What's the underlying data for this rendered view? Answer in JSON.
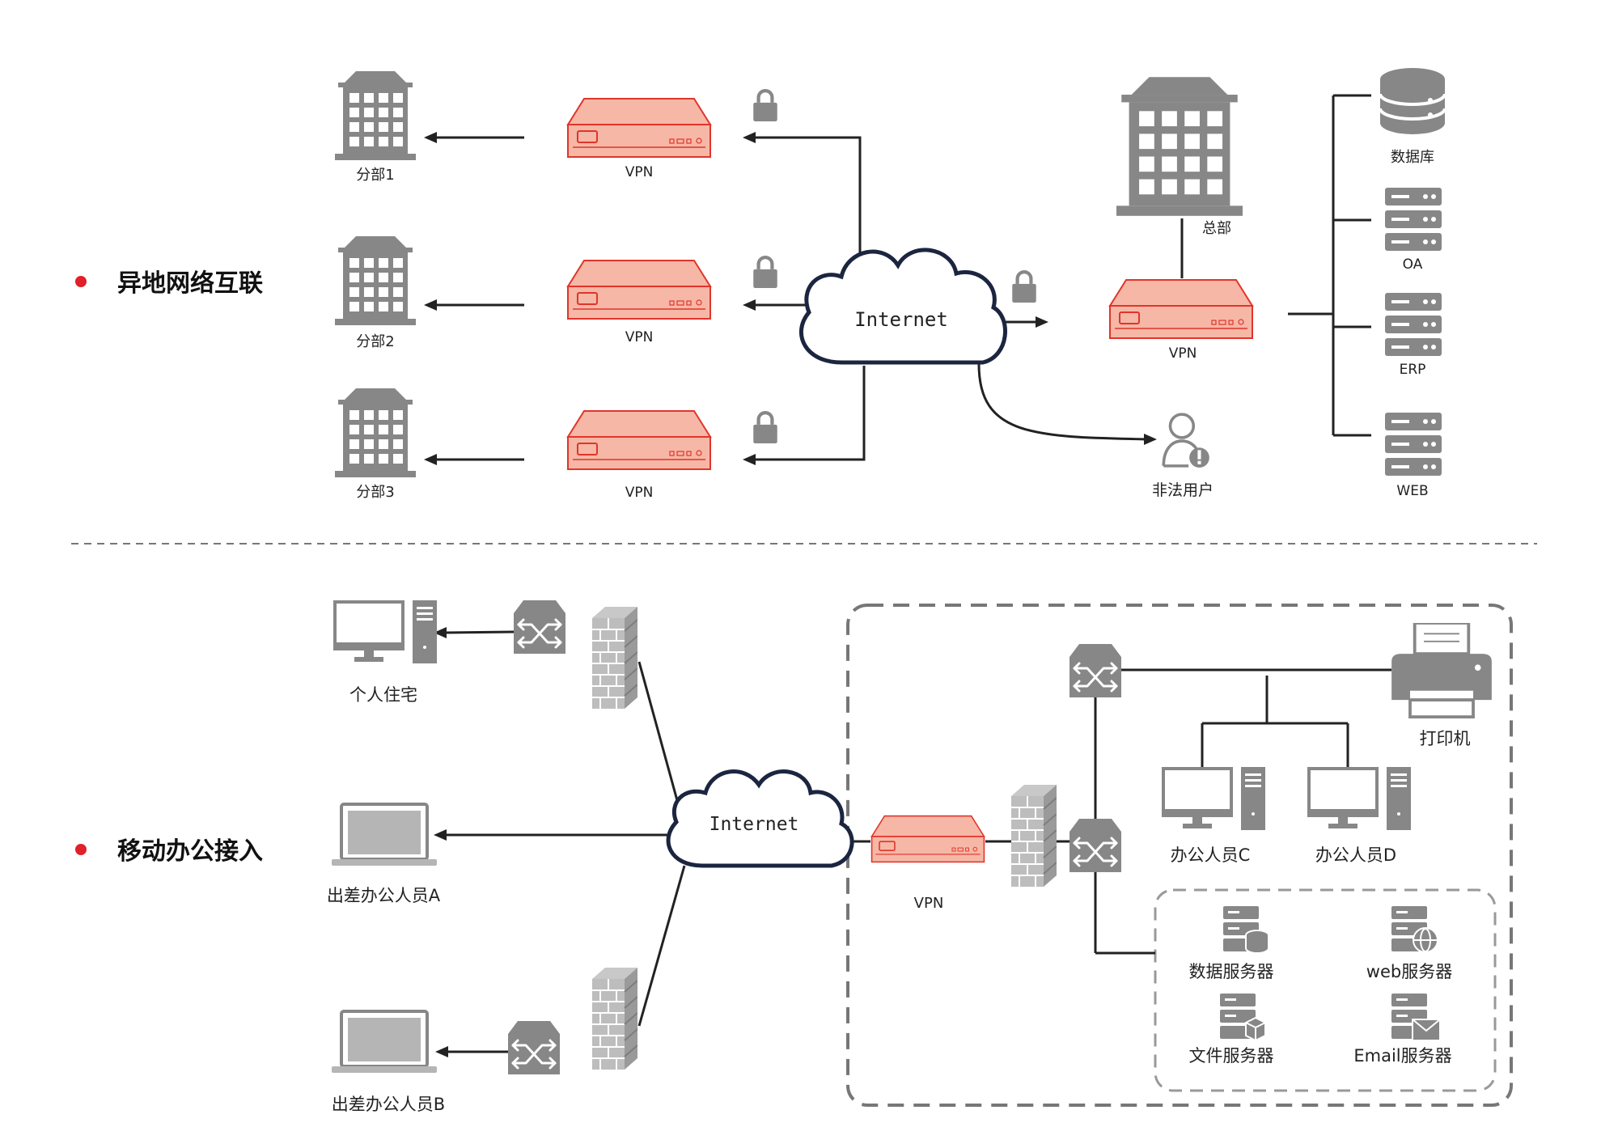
{
  "sections": {
    "top": "异地网络互联",
    "bottom": "移动办公接入"
  },
  "top": {
    "branch1": "分部1",
    "branch2": "分部2",
    "branch3": "分部3",
    "vpn1": "VPN",
    "vpn2": "VPN",
    "vpn3": "VPN",
    "internet": "Internet",
    "hq": "总部",
    "hq_vpn": "VPN",
    "illegal_user": "非法用户",
    "database": "数据库",
    "oa": "OA",
    "erp": "ERP",
    "web": "WEB"
  },
  "bottom": {
    "home": "个人住宅",
    "travel_a": "出差办公人员A",
    "travel_b": "出差办公人员B",
    "internet": "Internet",
    "vpn": "VPN",
    "printer": "打印机",
    "staff_c": "办公人员C",
    "staff_d": "办公人员D",
    "db_server": "数据服务器",
    "web_server": "web服务器",
    "file_server": "文件服务器",
    "email_server": "Email服务器"
  },
  "colors": {
    "vpn_fill": "#f6b7a6",
    "vpn_stroke": "#e0352b",
    "icon_gray": "#878787",
    "cloud_stroke": "#1c2540",
    "bullet": "#e0202a"
  }
}
